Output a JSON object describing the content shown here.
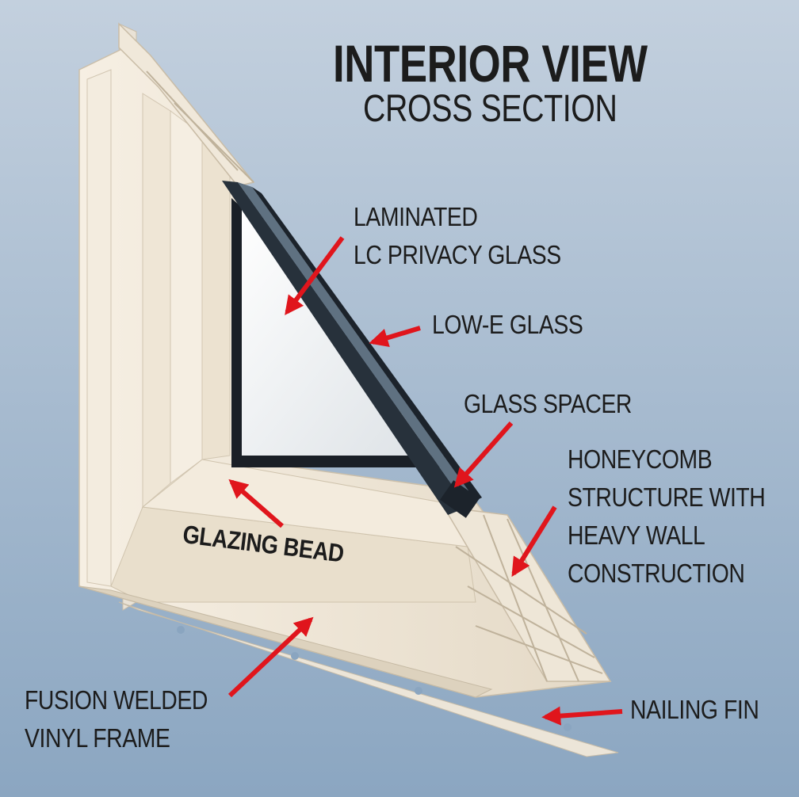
{
  "title": "INTERIOR VIEW",
  "subtitle": "CROSS SECTION",
  "callouts": {
    "laminated_line1": "LAMINATED",
    "laminated_line2": "LC PRIVACY GLASS",
    "low_e": "LOW-E GLASS",
    "spacer": "GLASS SPACER",
    "honeycomb_line1": "HONEYCOMB",
    "honeycomb_line2": "STRUCTURE WITH",
    "honeycomb_line3": "HEAVY WALL",
    "honeycomb_line4": "CONSTRUCTION",
    "glazing_bead": "GLAZING BEAD",
    "fusion_line1": "FUSION WELDED",
    "fusion_line2": "VINYL FRAME",
    "nailing_fin": "NAILING FIN"
  },
  "colors": {
    "background_top": "#b7c7d8",
    "background_bottom": "#8aa5c0",
    "frame": "#efe6d6",
    "arrow": "#e0151c",
    "text": "#1c1c1c"
  }
}
